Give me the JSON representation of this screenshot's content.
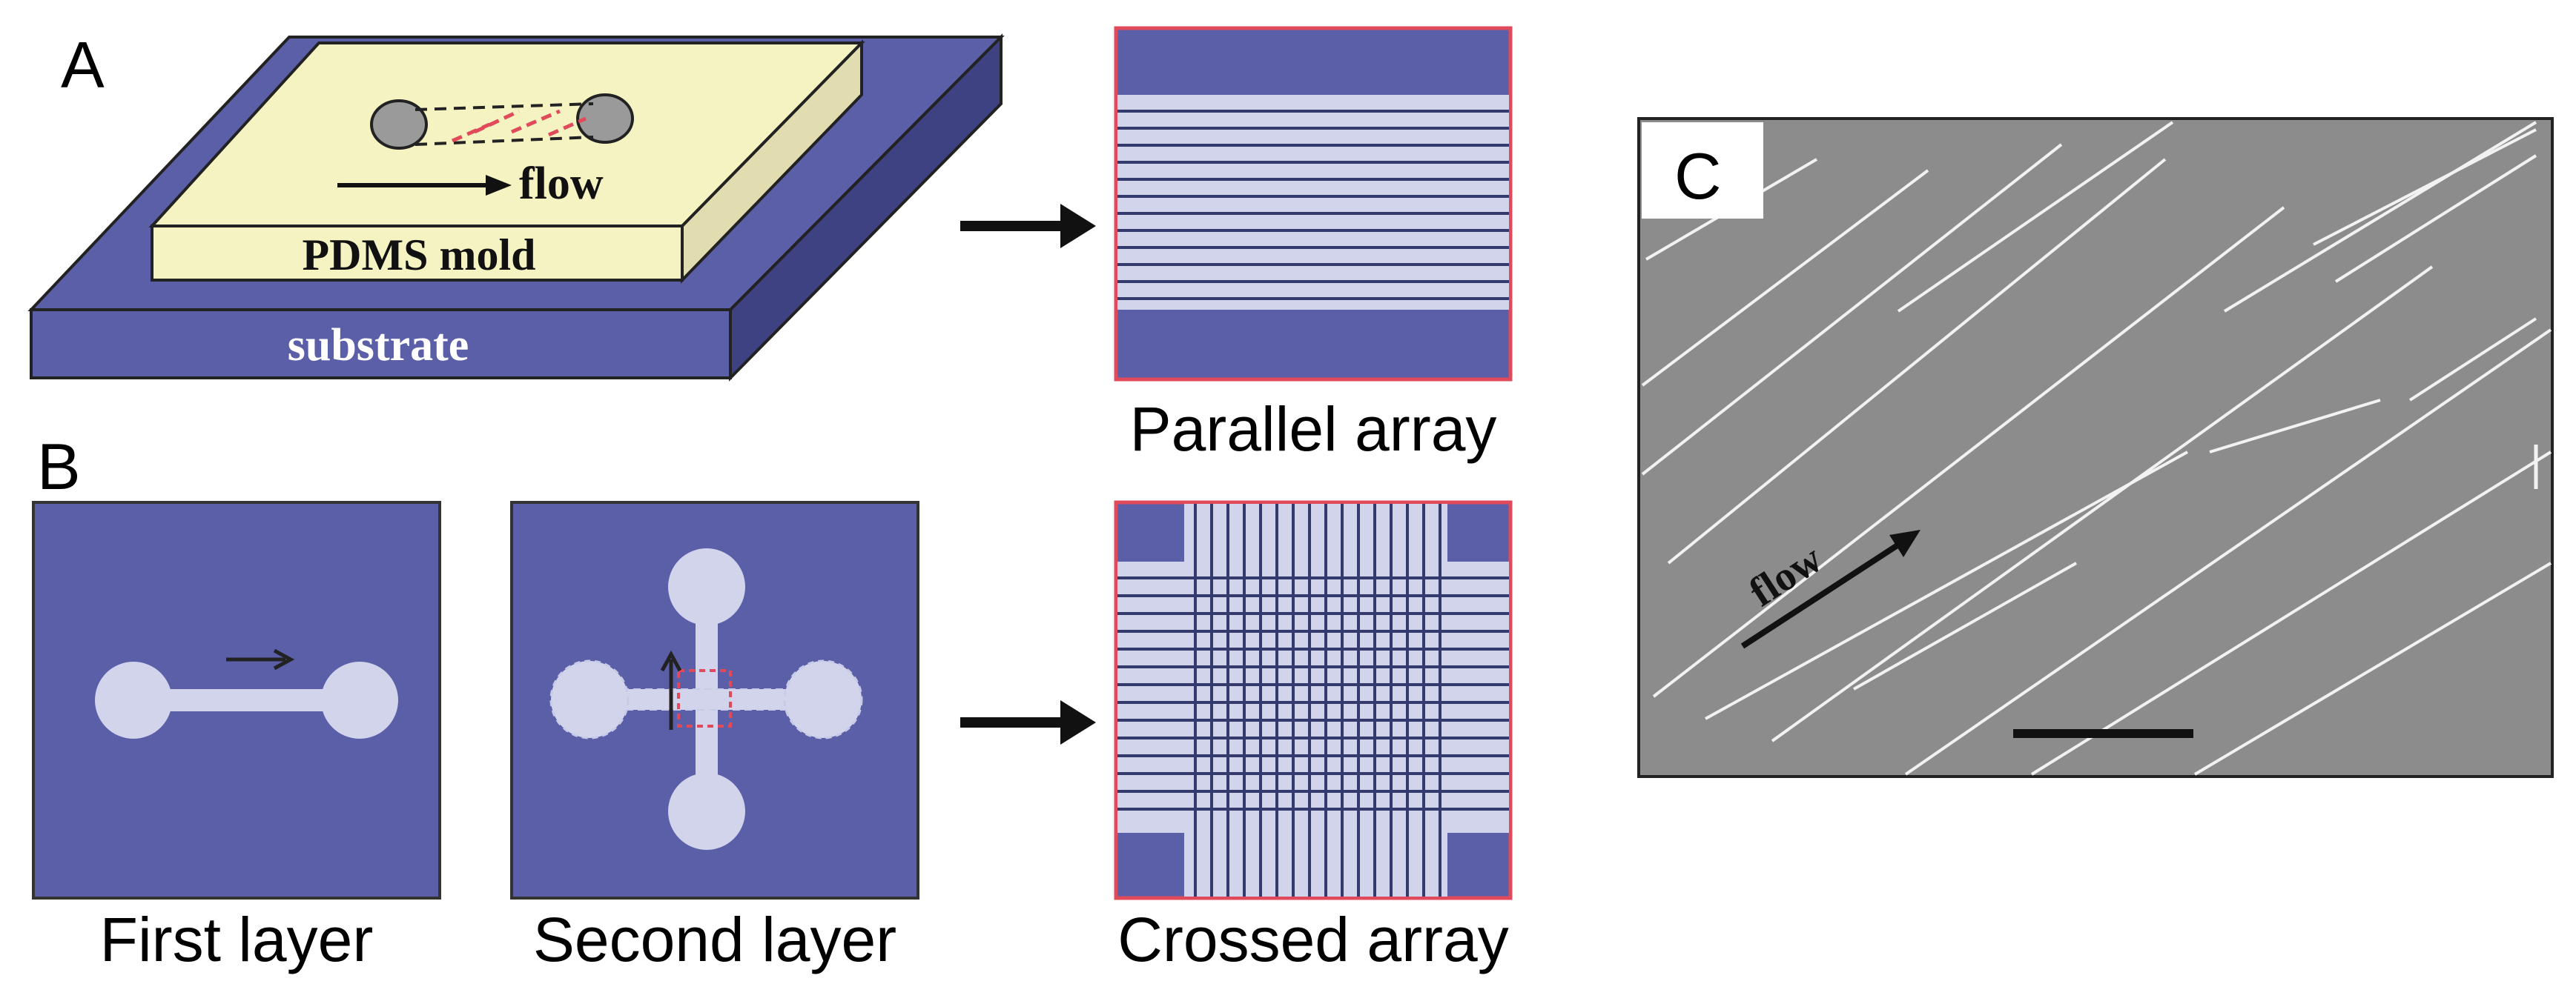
{
  "panels": {
    "a": {
      "letter": "A",
      "mold_label": "PDMS mold",
      "substrate_label": "substrate",
      "flow_label": "flow",
      "result_caption": "Parallel array"
    },
    "b": {
      "letter": "B",
      "first_caption": "First layer",
      "second_caption": "Second layer",
      "result_caption": "Crossed array"
    },
    "c": {
      "letter": "C",
      "flow_label": "flow"
    }
  },
  "colors": {
    "substrate": "#5b5fa8",
    "substrate_dark": "#3e4282",
    "mold": "#f6f3c3",
    "channel": "#d2d4ec",
    "red_outline": "#e04a5a",
    "sem_background": "#8c8c8c",
    "nanowire": "#f2f2f2"
  }
}
